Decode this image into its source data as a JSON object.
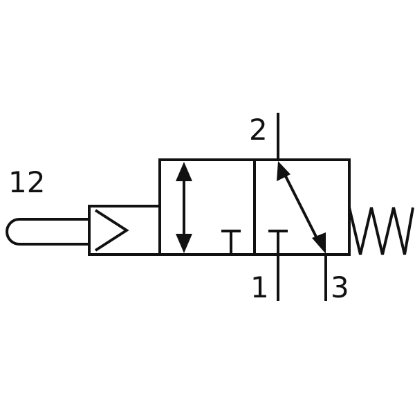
{
  "diagram": {
    "stroke_color": "#111111",
    "background_color": "#ffffff",
    "labels": {
      "pilot_port": "12",
      "port_outlet": "2",
      "port_supply": "1",
      "port_exhaust": "3"
    }
  }
}
